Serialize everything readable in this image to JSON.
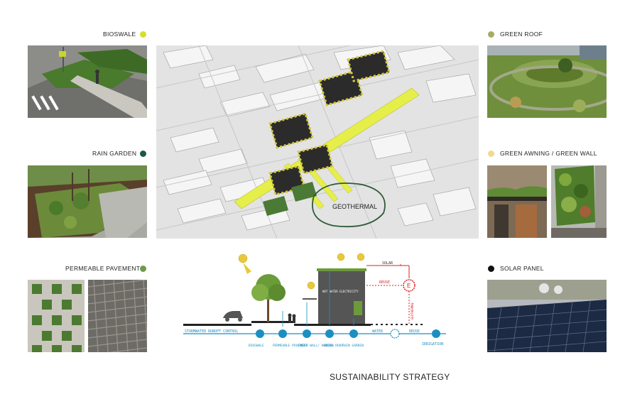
{
  "labels": {
    "bioswale": "BIOSWALE",
    "rain_garden": "RAIN GARDEN",
    "permeable_pavement": "PERMEABLE PAVEMENT",
    "green_roof": "GREEN ROOF",
    "green_awning": "GREEN AWNING / GREEN WALL",
    "solar_panel": "SOLAR PANEL"
  },
  "colors": {
    "bioswale": "#d4df2b",
    "rain_garden": "#1f5a40",
    "permeable_pavement": "#6d9b4a",
    "green_roof": "#a4ad62",
    "green_awning": "#f4d98a",
    "solar_panel": "#111111"
  },
  "map": {
    "geothermal": "GEOTHERMAL"
  },
  "diagram": {
    "solar": "SOLAR",
    "reuse": "REUSE",
    "geothermal": "GEOTHERMAL",
    "energy": "E",
    "runoff": "STORMWATER RUNOFF CONTROL",
    "water": "WATER",
    "reuse2": "REUSE",
    "irrigation": "IRRIGATION",
    "steps": [
      "BIOSWALE",
      "PERMEABLE\nPAVEMENT",
      "GREEN WALL/\nAWNING",
      "GREEN\nROOF",
      "RAIN GARDEN"
    ],
    "building_text": "HOT WATER ELECTRICITY"
  },
  "title": "SUSTAINABILITY STRATEGY"
}
